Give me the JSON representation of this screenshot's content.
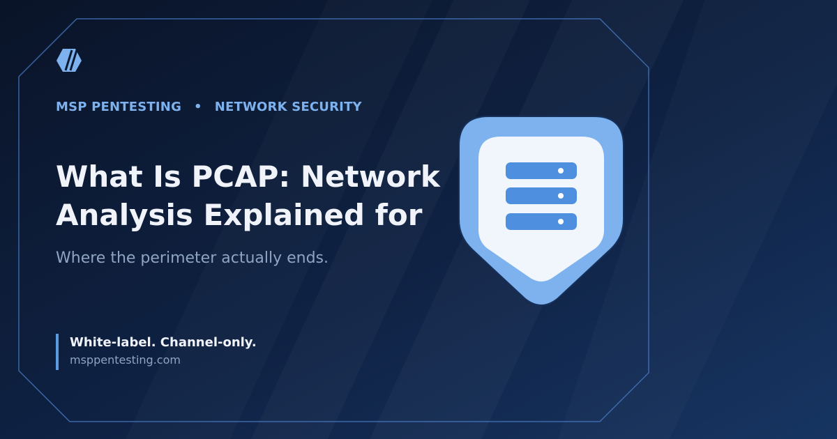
{
  "eyebrow": {
    "brand": "MSP PENTESTING",
    "separator": "•",
    "category": "NETWORK SECURITY"
  },
  "headline": {
    "line1": "What Is PCAP: Network",
    "line2": "Analysis Explained for"
  },
  "subtitle": "Where the perimeter actually ends.",
  "tagline": {
    "text": "White-label. Channel-only.",
    "url": "msppentesting.com"
  },
  "icons": {
    "logo": "slashed-hexagon-logo-icon",
    "hero": "shield-server-icon"
  },
  "colors": {
    "background": "#0d1b33",
    "accent": "#7db2ee",
    "accent_dark": "#5b9be3",
    "headline": "#f0f4fa",
    "muted": "#8fa4c3"
  }
}
